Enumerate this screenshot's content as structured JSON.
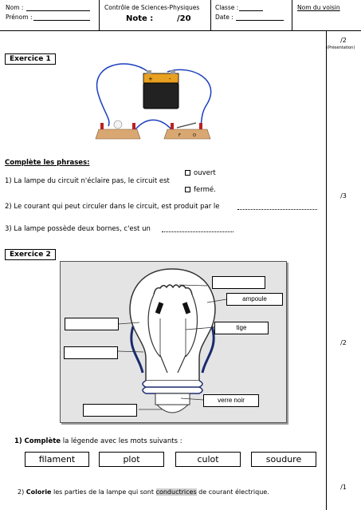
{
  "header": {
    "nom_label": "Nom :",
    "prenom_label": "Prénom :",
    "controle_title": "Contrôle de Sciences-Physiques",
    "note_label": "Note :",
    "note_total": "/20",
    "classe_label": "Classe :",
    "date_label": "Date :",
    "voisin_label": "Nom du voisin"
  },
  "scores": {
    "presentation_points": "/2",
    "presentation_label": "(Présentation)",
    "ex1_points": "/3",
    "ex2_points": "/2",
    "ex2_q2_points": "/1"
  },
  "exercise1": {
    "title": "Exercice 1",
    "battery_plus": "+",
    "battery_minus": "-",
    "terminal_f": "F",
    "terminal_o": "O",
    "instructions": "Complète les phrases:",
    "q1": "1) La lampe du circuit n'éclaire pas, le circuit est",
    "q1_option1": "ouvert",
    "q1_option2": "fermé.",
    "q2": "2) Le courant qui peut circuler dans le circuit, est produit par le",
    "q3": "3) La lampe possède deux bornes, c'est un"
  },
  "exercise2": {
    "title": "Exercice 2",
    "labels": {
      "ampoule": "ampoule",
      "tige": "tige",
      "verre_noir": "verre noir"
    },
    "q1_number": "1)",
    "q1_bold": "Complète",
    "q1_rest": "la légende avec les mots suivants :",
    "words": [
      "filament",
      "plot",
      "culot",
      "soudure"
    ],
    "q2_number": "2)",
    "q2_bold": "Colorie",
    "q2_middle": "les parties de la lampe qui sont",
    "q2_highlight": "conductrices",
    "q2_end": "de courant électrique."
  }
}
